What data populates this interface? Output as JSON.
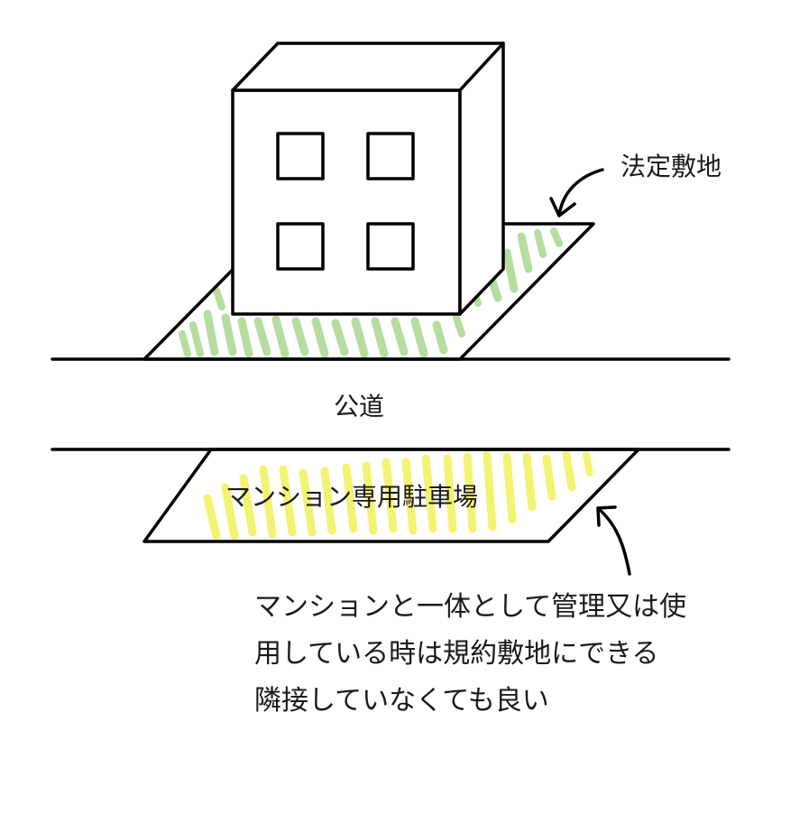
{
  "labels": {
    "legal_site": "法定敷地",
    "public_road": "公道",
    "parking": "マンション専用駐車場",
    "note_lines": [
      "マンションと一体として管理又は使",
      "用している時は規約敷地にできる",
      "隣接していなくても良い"
    ]
  },
  "colors": {
    "background": "#ffffff",
    "outline": "#000000",
    "legal_site_hatch": "#a9d88f",
    "parking_hatch": "#f2f25a"
  }
}
